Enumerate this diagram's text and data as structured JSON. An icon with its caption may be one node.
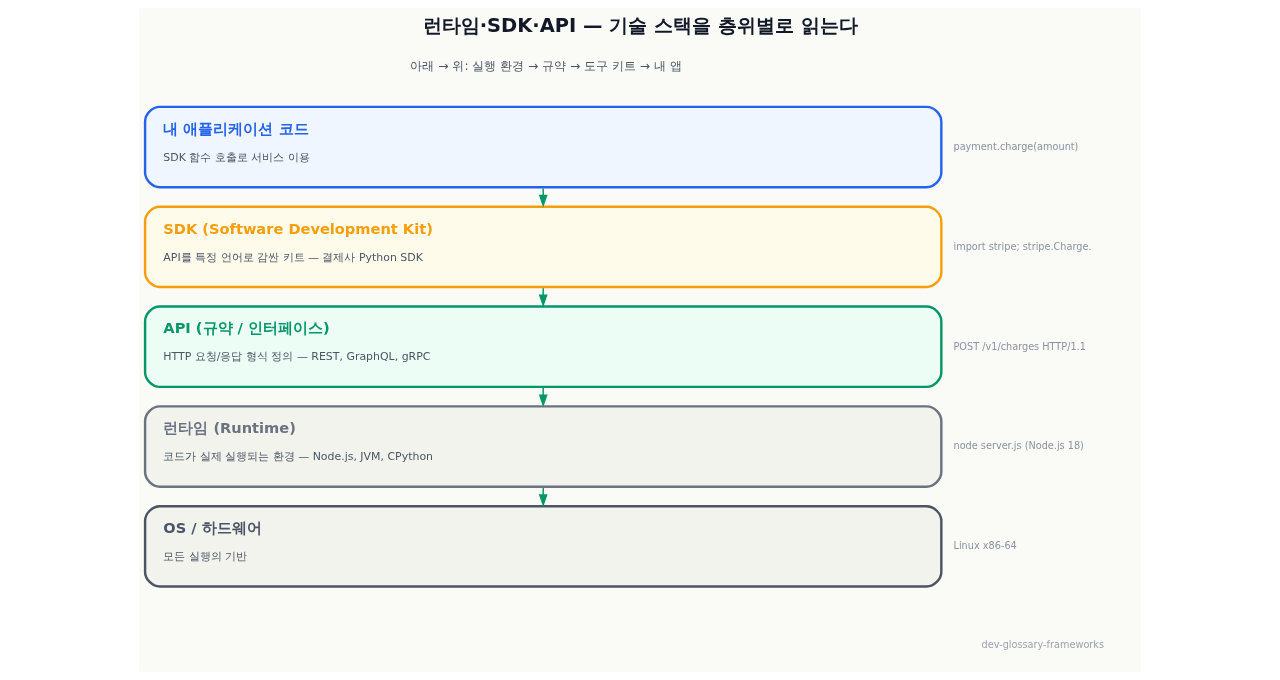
{
  "diagram": {
    "title": "런타임·SDK·API — 기술 스택을 층위별로 읽는다",
    "nodes": [
      {
        "text": [
          "내 애플리케이션 코드",
          "SDK 함수 호출로 서비스 이용"
        ],
        "beside": [
          "payment.charge(amount)"
        ]
      },
      {
        "text": [
          "SDK (Software Development Kit)",
          "API를 특정 언어로 감싼 키트 — 결제사 Python SDK"
        ],
        "beside": [
          "import stripe; stripe.Charge."
        ]
      },
      {
        "text": [
          "API (규약 / 인터페이스)",
          "HTTP 요청/응답 형식 정의 — REST, GraphQL, gRPC"
        ],
        "beside": [
          "POST /v1/charges HTTP/1.1"
        ]
      },
      {
        "text": [
          "런타임 (Runtime)",
          "코드가 실제 실행되는 환경 — Node.js, JVM, CPython"
        ],
        "beside": [
          "node server.js (Node.js 18)"
        ]
      },
      {
        "text": [
          "OS / 하드웨어",
          "모든 실행의 기반"
        ],
        "beside": [
          "Linux x86-64"
        ]
      }
    ],
    "edges": [
      {
        "from": 0,
        "to": 1,
        "arrow": "to"
      },
      {
        "from": 1,
        "to": 2,
        "arrow": "to"
      },
      {
        "from": 2,
        "to": 3,
        "arrow": "to"
      },
      {
        "from": 3,
        "to": 4,
        "arrow": "to"
      }
    ],
    "labels": [
      "아래 → 위: 실행 환경 → 규약 → 도구 키트 → 내 앱",
      "dev-glossary-frameworks"
    ]
  }
}
